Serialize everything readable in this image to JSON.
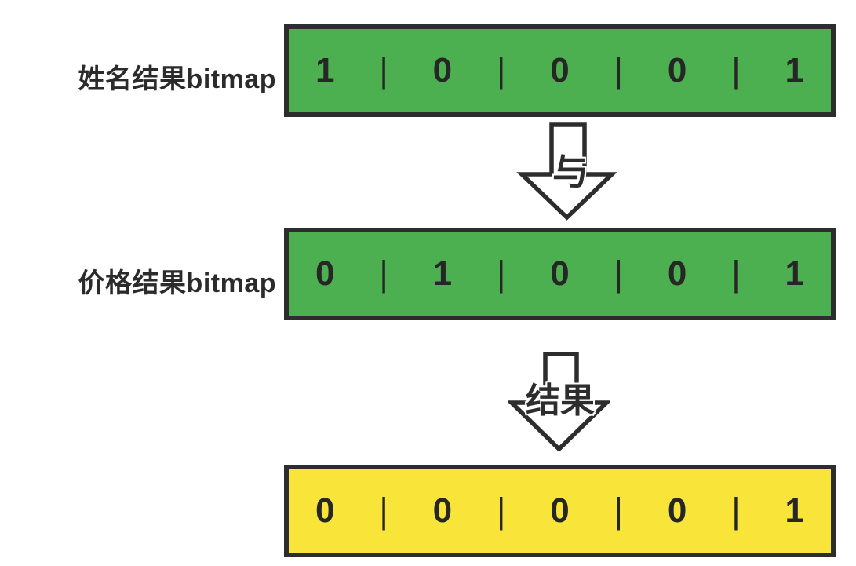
{
  "diagram": {
    "separator": "|",
    "rows": [
      {
        "label": "姓名结果bitmap",
        "bits": [
          "1",
          "0",
          "0",
          "0",
          "1"
        ],
        "fill": "#4CAF50"
      },
      {
        "label": "价格结果bitmap",
        "bits": [
          "0",
          "1",
          "0",
          "0",
          "1"
        ],
        "fill": "#4CAF50"
      },
      {
        "bits": [
          "0",
          "0",
          "0",
          "0",
          "1"
        ],
        "fill": "#F9E53A"
      }
    ],
    "arrows": [
      {
        "label": "与"
      },
      {
        "label": "结果"
      }
    ],
    "colors": {
      "bitmap_green": "#4CAF50",
      "result_yellow": "#F9E53A",
      "outline": "#2D2D2D",
      "text": "#2B2B2B"
    }
  }
}
